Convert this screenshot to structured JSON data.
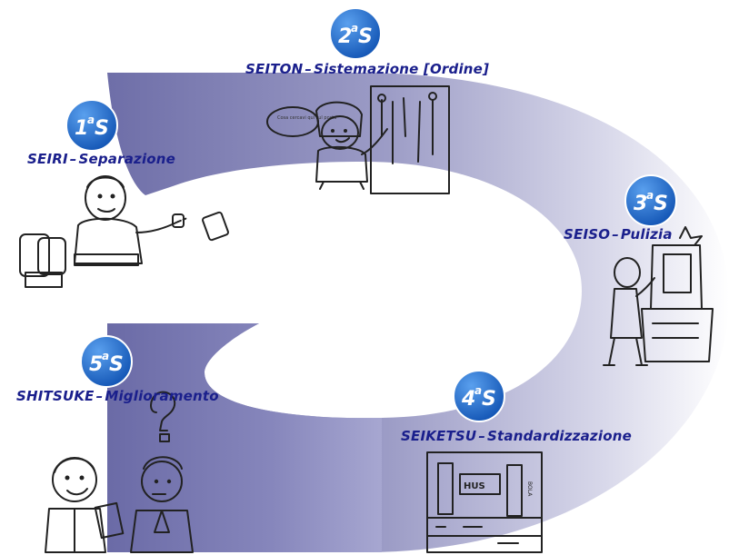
{
  "steps": [
    {
      "num": "1",
      "sup": "a",
      "suffix": "S",
      "jp": "SEIRI",
      "it": "Separazione",
      "color": "#1565c8"
    },
    {
      "num": "2",
      "sup": "a",
      "suffix": "S",
      "jp": "SEITON",
      "it": "Sistemazione [Ordine]",
      "color": "#1565c8"
    },
    {
      "num": "3",
      "sup": "a",
      "suffix": "S",
      "jp": "SEISO",
      "it": "Pulizia",
      "color": "#1565c8"
    },
    {
      "num": "4",
      "sup": "a",
      "suffix": "S",
      "jp": "SEIKETSU",
      "it": "Standardizzazione",
      "color": "#1565c8"
    },
    {
      "num": "5",
      "sup": "a",
      "suffix": "S",
      "jp": "SHITSUKE",
      "it": "Miglioramento",
      "color": "#1565c8"
    }
  ],
  "separator": "–",
  "illustrations": [
    {
      "icon": "worker-sorting-icon"
    },
    {
      "icon": "worker-arranging-tools-icon",
      "bubble": "Cosa cercavi qui sul posto"
    },
    {
      "icon": "worker-cleaning-machine-icon"
    },
    {
      "icon": "standardized-shelves-icon",
      "tags": [
        "HUS",
        "BOLA"
      ]
    },
    {
      "icon": "two-people-idea-icon"
    }
  ],
  "palette": {
    "ring_light": "#ffffff",
    "ring_dark": "#7b7bb0",
    "label": "#1a1f8c"
  }
}
